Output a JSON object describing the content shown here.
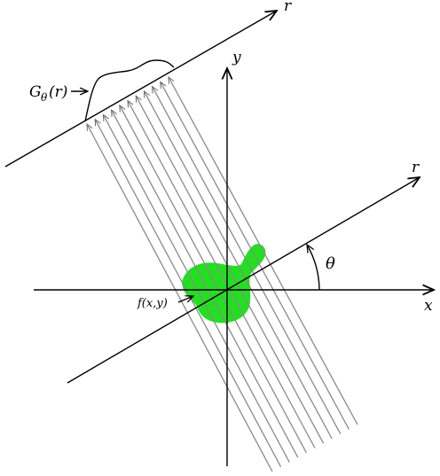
{
  "labels": {
    "projection_axis_r": "r",
    "rotated_axis_r": "r",
    "x_axis": "x",
    "y_axis": "y",
    "theta": "θ",
    "projection_G": "G",
    "projection_G_sub": "θ",
    "projection_G_arg": "(r)",
    "object_f": "f(x,y)"
  },
  "colors": {
    "object_fill": "#22e020",
    "ray_stroke": "#8a8a8a",
    "axis_stroke": "#000000"
  }
}
